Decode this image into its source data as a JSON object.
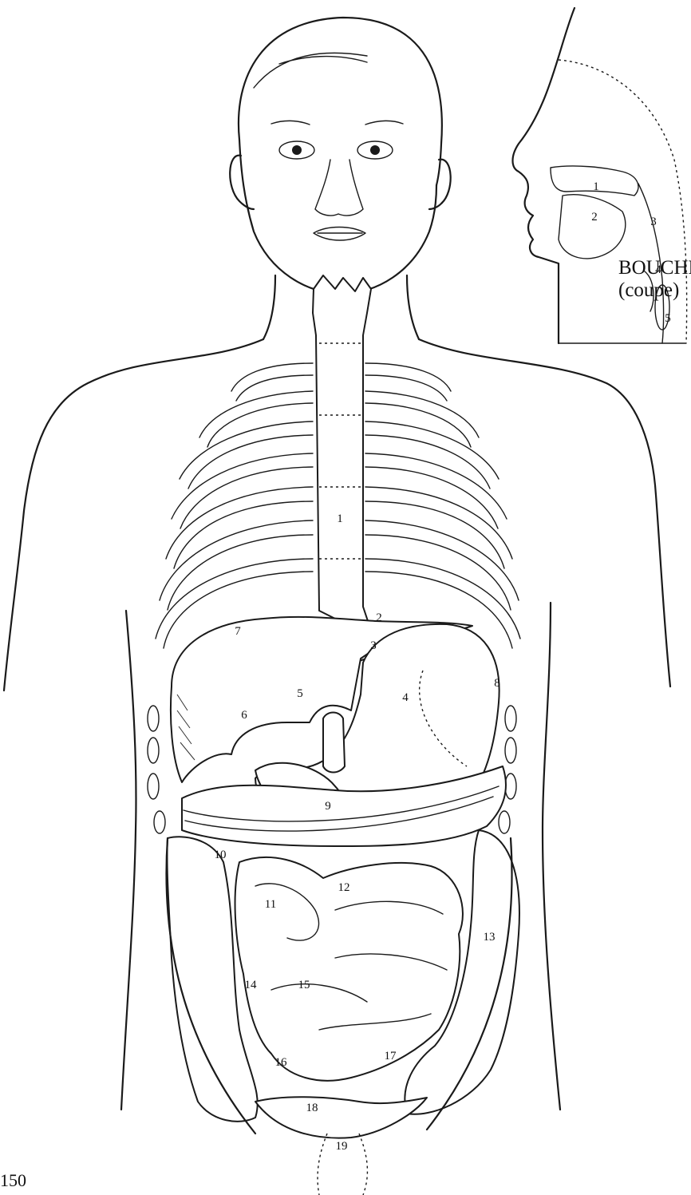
{
  "inset": {
    "title": "BOUCHE",
    "subtitle": "(coupe)",
    "labels": [
      "1",
      "2",
      "3",
      "4",
      "5"
    ]
  },
  "body_labels": [
    "1",
    "2",
    "3",
    "4",
    "5",
    "6",
    "7",
    "8",
    "9",
    "10",
    "11",
    "12",
    "13",
    "14",
    "15",
    "16",
    "17",
    "18",
    "19"
  ],
  "page_number": "150"
}
